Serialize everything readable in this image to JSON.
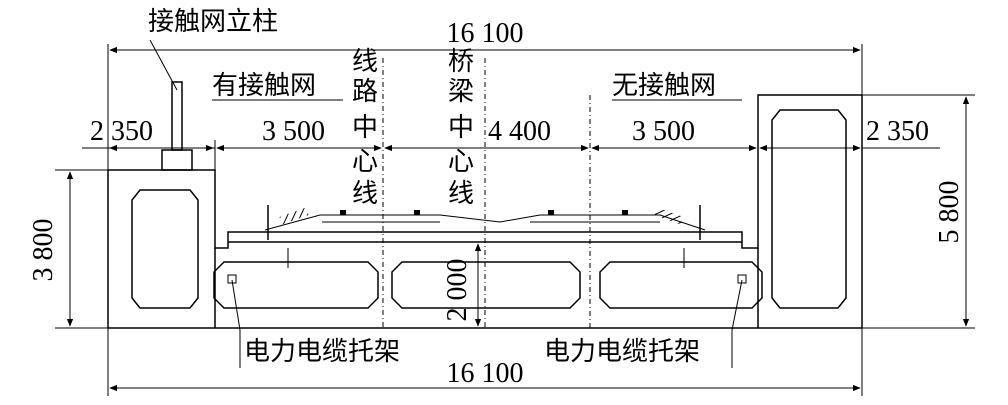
{
  "labels": {
    "catenary_mast": "接触网立柱",
    "with_catenary": "有接触网",
    "without_catenary": "无接触网",
    "line_center": [
      "线",
      "路",
      "中",
      "心",
      "线"
    ],
    "bridge_center": [
      "桥",
      "梁",
      "中",
      "心",
      "线"
    ],
    "cable_bracket_left": "电力电缆托架",
    "cable_bracket_right": "电力电缆托架"
  },
  "dimensions": {
    "total_width_top": "16 100",
    "total_width_bottom": "16 100",
    "left_edge": "2 350",
    "left_track": "3 500",
    "center": "4 400",
    "right_track": "3 500",
    "right_edge": "2 350",
    "left_height": "3 800",
    "right_height": "5 800",
    "inner_height": "2 000"
  }
}
